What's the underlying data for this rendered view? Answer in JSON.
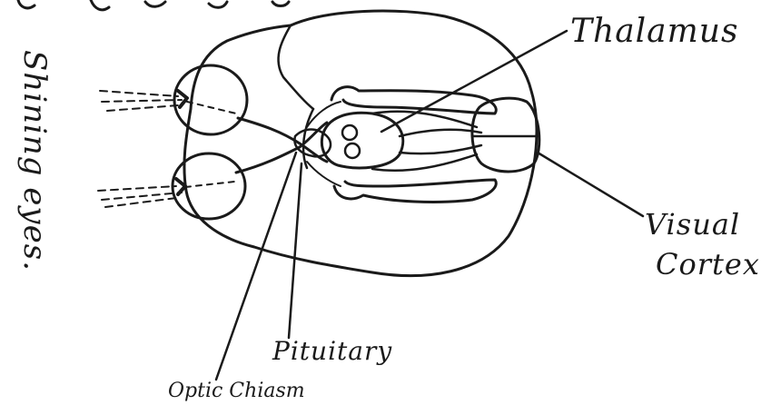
{
  "labels": {
    "thalamus": "Thalamus",
    "visual": "Visual",
    "cortex": "Cortex",
    "pituitary": "Pituitary",
    "optic_chiasm": "Optic Chiasm",
    "shining_eyes": "Shining eyes."
  },
  "colors": {
    "ink": "#1a1a1a",
    "background": "#ffffff"
  }
}
